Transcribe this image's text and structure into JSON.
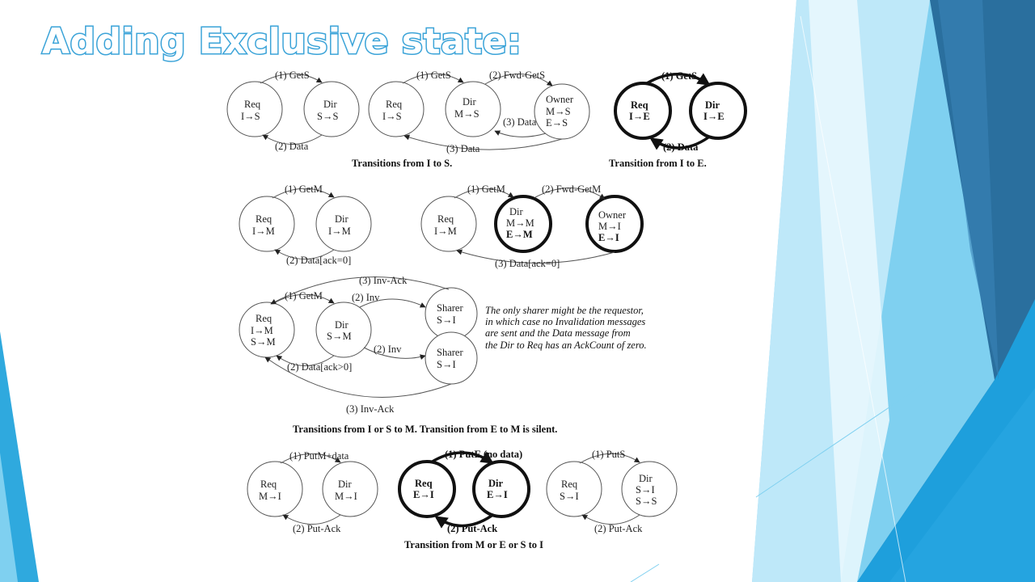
{
  "slide": {
    "title": "Adding Exclusive state:"
  },
  "colors": {
    "accent_dark": "#2a6f9e",
    "accent_mid": "#1e9fdc",
    "accent_light": "#7fd0f0"
  },
  "diagram": {
    "d1": {
      "req": [
        "Req",
        "I→S"
      ],
      "dir": [
        "Dir",
        "S→S"
      ],
      "e1": "(1) GetS",
      "e2": "(2) Data"
    },
    "d2": {
      "req": [
        "Req",
        "I→S"
      ],
      "dir": [
        "Dir",
        "M→S"
      ],
      "owner": [
        "Owner",
        "M→S",
        "E→S"
      ],
      "e1": "(1) GetS",
      "e2": "(2) Fwd-GetS",
      "e3": "(3) Data",
      "e4": "(3) Data"
    },
    "d3": {
      "req": [
        "Req",
        "I→E"
      ],
      "dir": [
        "Dir",
        "I→E"
      ],
      "e1": "(1) GetS",
      "e2": "(2) Data"
    },
    "cap1": "Transitions from I to S.",
    "cap2": "Transition from I to E.",
    "d4": {
      "req": [
        "Req",
        "I→M"
      ],
      "dir": [
        "Dir",
        "I→M"
      ],
      "e1": "(1) GetM",
      "e2": "(2) Data[ack=0]"
    },
    "d5": {
      "req": [
        "Req",
        "I→M"
      ],
      "dir": [
        "Dir",
        "M→M",
        "E→M"
      ],
      "owner": [
        "Owner",
        "M→I",
        "E→I"
      ],
      "e1": "(1) GetM",
      "e2": "(2) Fwd-GetM",
      "e3": "(3) Data[ack=0]"
    },
    "d6": {
      "req": [
        "Req",
        "I→M",
        "S→M"
      ],
      "dir": [
        "Dir",
        "S→M"
      ],
      "sharer1": [
        "Sharer",
        "S→I"
      ],
      "sharer2": [
        "Sharer",
        "S→I"
      ],
      "e1": "(1) GetM",
      "e2": "(2) Inv",
      "e3": "(2) Inv",
      "e4": "(3) Inv-Ack",
      "e5": "(2) Data[ack>0]",
      "e6": "(3) Inv-Ack",
      "note": [
        "The only sharer might be the requestor,",
        "in which case no Invalidation messages",
        "are sent and the Data message from",
        "the Dir to Req has an AckCount of zero."
      ]
    },
    "cap3": "Transitions from I or S to M. Transition from E to M is silent.",
    "d7": {
      "req": [
        "Req",
        "M→I"
      ],
      "dir": [
        "Dir",
        "M→I"
      ],
      "e1": "(1) PutM+data",
      "e2": "(2) Put-Ack"
    },
    "d8": {
      "req": [
        "Req",
        "E→I"
      ],
      "dir": [
        "Dir",
        "E→I"
      ],
      "e1": "(1) PutE (no data)",
      "e2": "(2) Put-Ack"
    },
    "d9": {
      "req": [
        "Req",
        "S→I"
      ],
      "dir": [
        "Dir",
        "S→I",
        "S→S"
      ],
      "e1": "(1) PutS",
      "e2": "(2) Put-Ack"
    },
    "cap4": "Transition from M or E or S to I"
  }
}
